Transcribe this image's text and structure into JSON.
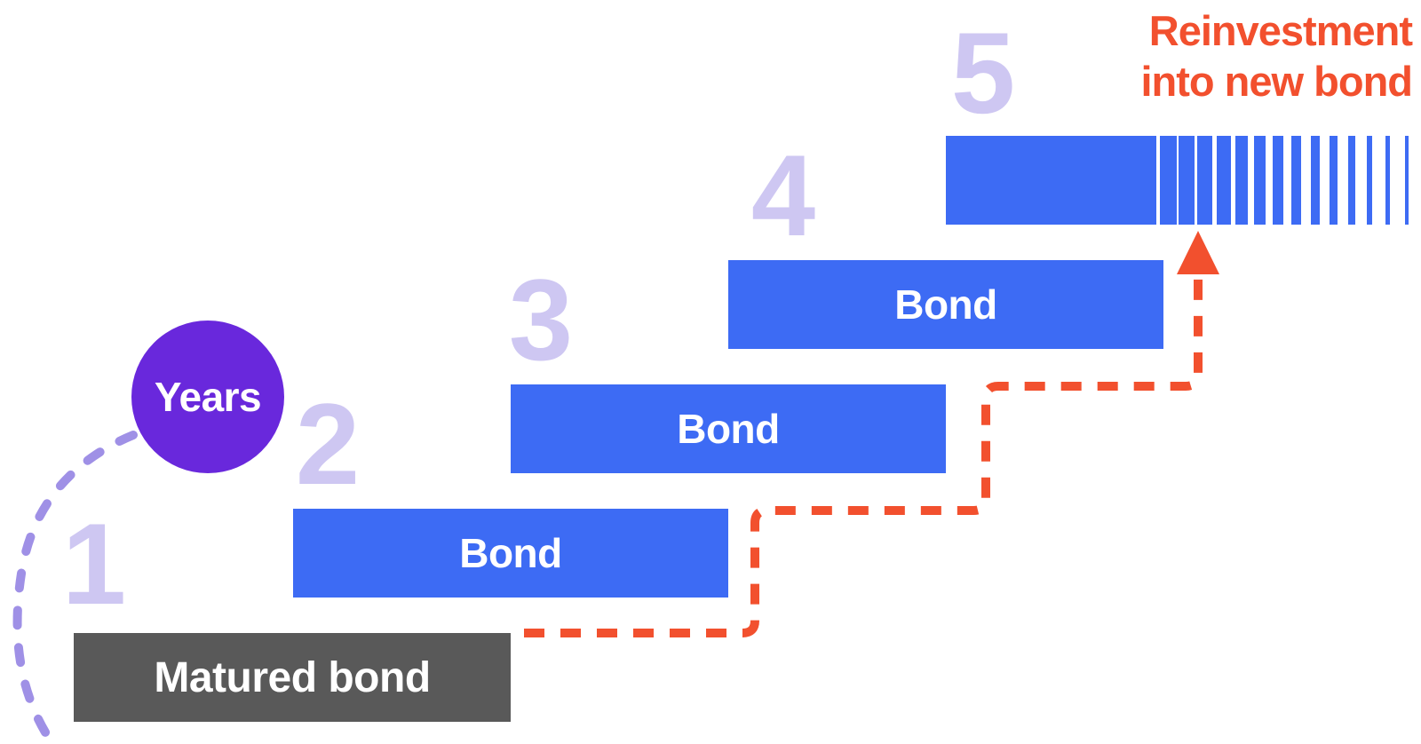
{
  "diagram": {
    "years_label": "Years",
    "reinvestment": {
      "line1": "Reinvestment",
      "line2": "into new bond"
    },
    "steps": [
      {
        "year": "1",
        "bar_label": "Matured bond",
        "type": "matured"
      },
      {
        "year": "2",
        "bar_label": "Bond",
        "type": "bond"
      },
      {
        "year": "3",
        "bar_label": "Bond",
        "type": "bond"
      },
      {
        "year": "4",
        "bar_label": "Bond",
        "type": "bond"
      },
      {
        "year": "5",
        "bar_label": "",
        "type": "bond-fading"
      }
    ],
    "stripe_count": 14,
    "colors": {
      "bond_blue": "#3D6BF4",
      "matured_gray": "#595959",
      "accent_orange": "#F2502E",
      "years_purple": "#6928DC",
      "number_lavender": "#CEC7F2",
      "curve_lavender": "#9F90E6"
    }
  }
}
